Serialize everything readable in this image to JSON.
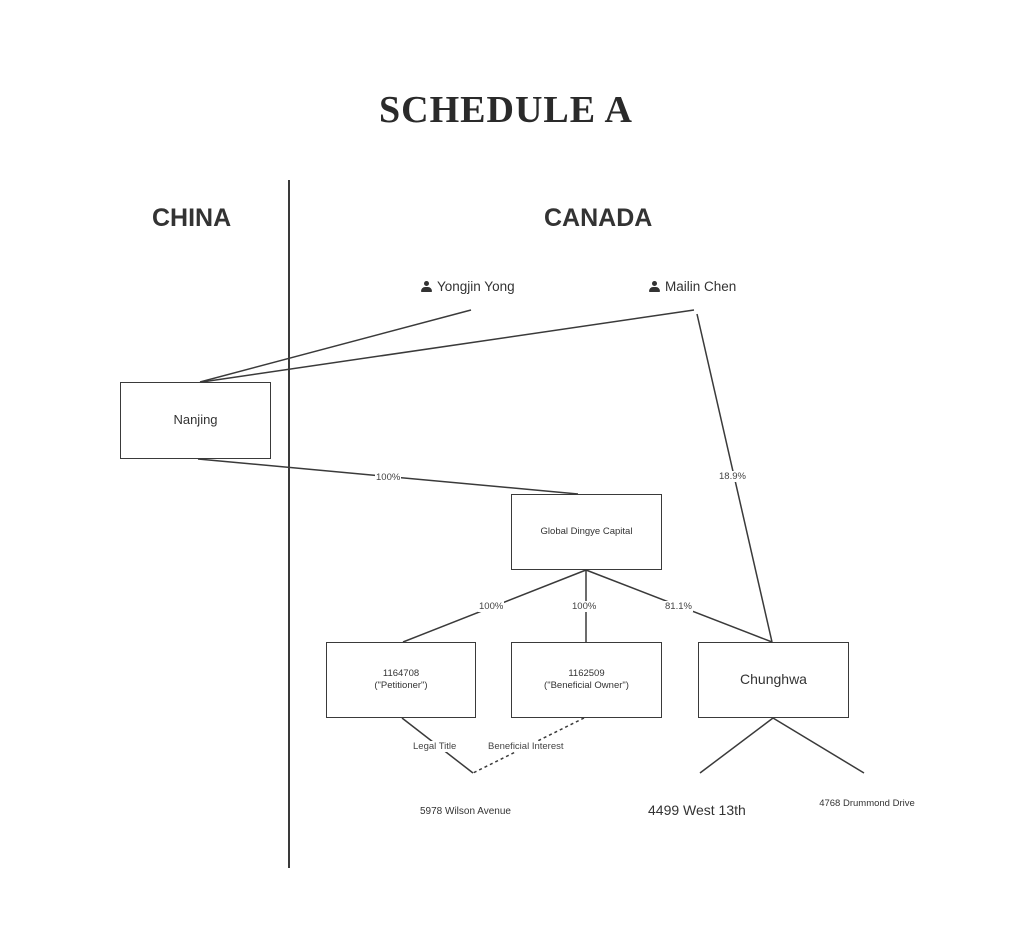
{
  "title": "SCHEDULE A",
  "regions": {
    "left": "CHINA",
    "right": "CANADA"
  },
  "people": [
    {
      "name": "Yongjin Yong",
      "icon": "person-icon"
    },
    {
      "name": "Mailin Chen",
      "icon": "person-icon"
    }
  ],
  "entities": {
    "nanjing": "Nanjing",
    "global": "Global Dingye Capital",
    "petitioner_id": "1164708",
    "petitioner_role": "(\"Petitioner\")",
    "beneficial_id": "1162509",
    "beneficial_role": "(\"Beneficial Owner\")",
    "chunghwa": "Chunghwa"
  },
  "edge_labels": {
    "nanjing_global": "100%",
    "chen_chunghwa": "18.9%",
    "global_petitioner": "100%",
    "global_beneficial": "100%",
    "global_chunghwa": "81.1%",
    "legal_title": "Legal Title",
    "beneficial_interest": "Beneficial Interest"
  },
  "properties": {
    "wilson": "5978 Wilson Avenue",
    "west13": "4499 West 13th",
    "drummond": "4768 Drummond Drive"
  },
  "colors": {
    "ink": "#3a3a3a",
    "background": "#ffffff"
  }
}
